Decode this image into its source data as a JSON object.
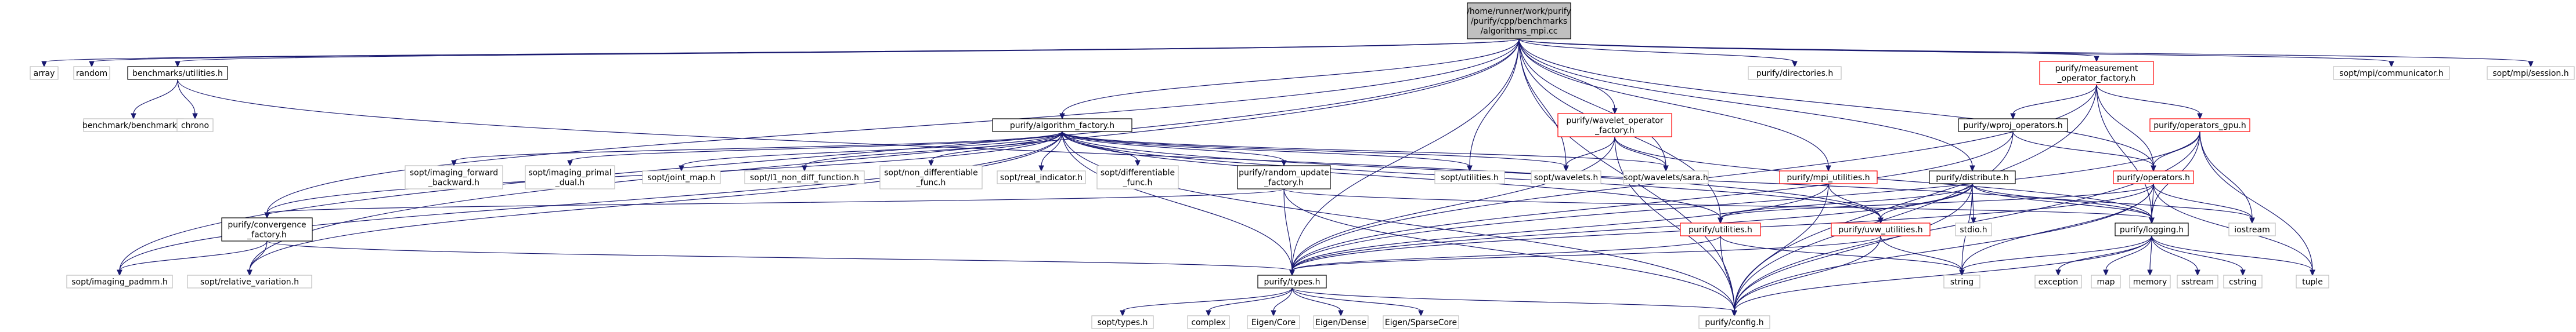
{
  "colors": {
    "edge": "#191970",
    "root_fill": "#bfbfbf",
    "root_border": "#000000",
    "red_border": "#ff0000",
    "black_border": "#000000",
    "gray_border": "#bfbfbf",
    "fill": "#ffffff"
  },
  "nodes": [
    {
      "id": "root",
      "style": "root",
      "lines": [
        "/home/runner/work/purify",
        "/purify/cpp/benchmarks",
        "/algorithms_mpi.cc"
      ]
    },
    {
      "id": "array",
      "style": "gray",
      "lines": [
        "array"
      ]
    },
    {
      "id": "random",
      "style": "gray",
      "lines": [
        "random"
      ]
    },
    {
      "id": "bench_util",
      "style": "black",
      "lines": [
        "benchmarks/utilities.h"
      ]
    },
    {
      "id": "alg_factory",
      "style": "black",
      "lines": [
        "purify/algorithm_factory.h"
      ]
    },
    {
      "id": "directories",
      "style": "gray",
      "lines": [
        "purify/directories.h"
      ]
    },
    {
      "id": "meas_factory",
      "style": "red",
      "lines": [
        "purify/measurement",
        "_operator_factory.h"
      ]
    },
    {
      "id": "sopt_comm",
      "style": "gray",
      "lines": [
        "sopt/mpi/communicator.h"
      ]
    },
    {
      "id": "sopt_session",
      "style": "gray",
      "lines": [
        "sopt/mpi/session.h"
      ]
    },
    {
      "id": "bench_bench",
      "style": "gray",
      "lines": [
        "benchmark/benchmark.h"
      ]
    },
    {
      "id": "chrono",
      "style": "gray",
      "lines": [
        "chrono"
      ]
    },
    {
      "id": "wavelet_factory",
      "style": "red",
      "lines": [
        "purify/wavelet_operator",
        "_factory.h"
      ]
    },
    {
      "id": "wproj",
      "style": "black",
      "lines": [
        "purify/wproj_operators.h"
      ]
    },
    {
      "id": "ops_gpu",
      "style": "red",
      "lines": [
        "purify/operators_gpu.h"
      ]
    },
    {
      "id": "sopt_fb",
      "style": "gray",
      "lines": [
        "sopt/imaging_forward",
        "_backward.h"
      ]
    },
    {
      "id": "sopt_pd",
      "style": "gray",
      "lines": [
        "sopt/imaging_primal",
        "_dual.h"
      ]
    },
    {
      "id": "sopt_joint",
      "style": "gray",
      "lines": [
        "sopt/joint_map.h"
      ]
    },
    {
      "id": "sopt_l1",
      "style": "gray",
      "lines": [
        "sopt/l1_non_diff_function.h"
      ]
    },
    {
      "id": "sopt_nondiff",
      "style": "gray",
      "lines": [
        "sopt/non_differentiable",
        "_func.h"
      ]
    },
    {
      "id": "sopt_real",
      "style": "gray",
      "lines": [
        "sopt/real_indicator.h"
      ]
    },
    {
      "id": "sopt_diff",
      "style": "gray",
      "lines": [
        "sopt/differentiable",
        "_func.h"
      ]
    },
    {
      "id": "rand_update",
      "style": "black",
      "lines": [
        "purify/random_update",
        "_factory.h"
      ]
    },
    {
      "id": "sopt_utilities",
      "style": "gray",
      "lines": [
        "sopt/utilities.h"
      ]
    },
    {
      "id": "sopt_wavelets",
      "style": "gray",
      "lines": [
        "sopt/wavelets.h"
      ]
    },
    {
      "id": "sopt_sara",
      "style": "gray",
      "lines": [
        "sopt/wavelets/sara.h"
      ]
    },
    {
      "id": "mpi_utilities",
      "style": "red",
      "lines": [
        "purify/mpi_utilities.h"
      ]
    },
    {
      "id": "distribute",
      "style": "black",
      "lines": [
        "purify/distribute.h"
      ]
    },
    {
      "id": "operators",
      "style": "red",
      "lines": [
        "purify/operators.h"
      ]
    },
    {
      "id": "convergence",
      "style": "black",
      "lines": [
        "purify/convergence",
        "_factory.h"
      ]
    },
    {
      "id": "utilities",
      "style": "red",
      "lines": [
        "purify/utilities.h"
      ]
    },
    {
      "id": "uvw_utilities",
      "style": "red",
      "lines": [
        "purify/uvw_utilities.h"
      ]
    },
    {
      "id": "stdio",
      "style": "gray",
      "lines": [
        "stdio.h"
      ]
    },
    {
      "id": "logging",
      "style": "black",
      "lines": [
        "purify/logging.h"
      ]
    },
    {
      "id": "iostream",
      "style": "gray",
      "lines": [
        "iostream"
      ]
    },
    {
      "id": "padmm",
      "style": "gray",
      "lines": [
        "sopt/imaging_padmm.h"
      ]
    },
    {
      "id": "rel_var",
      "style": "gray",
      "lines": [
        "sopt/relative_variation.h"
      ]
    },
    {
      "id": "types",
      "style": "black",
      "lines": [
        "purify/types.h"
      ]
    },
    {
      "id": "string",
      "style": "gray",
      "lines": [
        "string"
      ]
    },
    {
      "id": "exception",
      "style": "gray",
      "lines": [
        "exception"
      ]
    },
    {
      "id": "map",
      "style": "gray",
      "lines": [
        "map"
      ]
    },
    {
      "id": "memory",
      "style": "gray",
      "lines": [
        "memory"
      ]
    },
    {
      "id": "sstream",
      "style": "gray",
      "lines": [
        "sstream"
      ]
    },
    {
      "id": "cstring",
      "style": "gray",
      "lines": [
        "cstring"
      ]
    },
    {
      "id": "tuple",
      "style": "gray",
      "lines": [
        "tuple"
      ]
    },
    {
      "id": "sopt_types",
      "style": "gray",
      "lines": [
        "sopt/types.h"
      ]
    },
    {
      "id": "complex",
      "style": "gray",
      "lines": [
        "complex"
      ]
    },
    {
      "id": "eigen_core",
      "style": "gray",
      "lines": [
        "Eigen/Core"
      ]
    },
    {
      "id": "eigen_dense",
      "style": "gray",
      "lines": [
        "Eigen/Dense"
      ]
    },
    {
      "id": "eigen_sparse",
      "style": "gray",
      "lines": [
        "Eigen/SparseCore"
      ]
    },
    {
      "id": "config",
      "style": "gray",
      "lines": [
        "purify/config.h"
      ]
    }
  ],
  "edges": [
    [
      "root",
      "array"
    ],
    [
      "root",
      "random"
    ],
    [
      "root",
      "bench_util"
    ],
    [
      "root",
      "alg_factory"
    ],
    [
      "root",
      "directories"
    ],
    [
      "root",
      "meas_factory"
    ],
    [
      "root",
      "sopt_comm"
    ],
    [
      "root",
      "sopt_session"
    ],
    [
      "root",
      "wavelet_factory"
    ],
    [
      "root",
      "mpi_utilities"
    ],
    [
      "root",
      "distribute"
    ],
    [
      "root",
      "operators"
    ],
    [
      "root",
      "convergence"
    ],
    [
      "root",
      "utilities"
    ],
    [
      "root",
      "padmm"
    ],
    [
      "root",
      "rel_var"
    ],
    [
      "root",
      "types"
    ],
    [
      "root",
      "sopt_utilities"
    ],
    [
      "root",
      "sopt_wavelets"
    ],
    [
      "root",
      "sopt_sara"
    ],
    [
      "root",
      "config"
    ],
    [
      "bench_util",
      "bench_bench"
    ],
    [
      "bench_util",
      "chrono"
    ],
    [
      "bench_util",
      "uvw_utilities"
    ],
    [
      "alg_factory",
      "sopt_fb"
    ],
    [
      "alg_factory",
      "sopt_pd"
    ],
    [
      "alg_factory",
      "sopt_joint"
    ],
    [
      "alg_factory",
      "sopt_l1"
    ],
    [
      "alg_factory",
      "sopt_nondiff"
    ],
    [
      "alg_factory",
      "sopt_real"
    ],
    [
      "alg_factory",
      "sopt_diff"
    ],
    [
      "alg_factory",
      "rand_update"
    ],
    [
      "alg_factory",
      "sopt_utilities"
    ],
    [
      "alg_factory",
      "sopt_wavelets"
    ],
    [
      "alg_factory",
      "sopt_sara"
    ],
    [
      "alg_factory",
      "convergence"
    ],
    [
      "alg_factory",
      "utilities"
    ],
    [
      "alg_factory",
      "uvw_utilities"
    ],
    [
      "alg_factory",
      "logging"
    ],
    [
      "alg_factory",
      "padmm"
    ],
    [
      "alg_factory",
      "rel_var"
    ],
    [
      "alg_factory",
      "types"
    ],
    [
      "alg_factory",
      "config"
    ],
    [
      "meas_factory",
      "wproj"
    ],
    [
      "meas_factory",
      "ops_gpu"
    ],
    [
      "meas_factory",
      "operators"
    ],
    [
      "meas_factory",
      "logging"
    ],
    [
      "meas_factory",
      "types"
    ],
    [
      "meas_factory",
      "config"
    ],
    [
      "wavelet_factory",
      "sopt_wavelets"
    ],
    [
      "wavelet_factory",
      "sopt_sara"
    ],
    [
      "wavelet_factory",
      "logging"
    ],
    [
      "wavelet_factory",
      "types"
    ],
    [
      "wavelet_factory",
      "config"
    ],
    [
      "wproj",
      "operators"
    ],
    [
      "wproj",
      "types"
    ],
    [
      "wproj",
      "config"
    ],
    [
      "ops_gpu",
      "operators"
    ],
    [
      "ops_gpu",
      "logging"
    ],
    [
      "ops_gpu",
      "iostream"
    ],
    [
      "ops_gpu",
      "tuple"
    ],
    [
      "ops_gpu",
      "config"
    ],
    [
      "ops_gpu",
      "types"
    ],
    [
      "rand_update",
      "convergence"
    ],
    [
      "rand_update",
      "logging"
    ],
    [
      "rand_update",
      "types"
    ],
    [
      "rand_update",
      "config"
    ],
    [
      "mpi_utilities",
      "uvw_utilities"
    ],
    [
      "mpi_utilities",
      "types"
    ],
    [
      "mpi_utilities",
      "config"
    ],
    [
      "distribute",
      "utilities"
    ],
    [
      "distribute",
      "uvw_utilities"
    ],
    [
      "distribute",
      "stdio"
    ],
    [
      "distribute",
      "logging"
    ],
    [
      "distribute",
      "iostream"
    ],
    [
      "distribute",
      "string"
    ],
    [
      "distribute",
      "types"
    ],
    [
      "distribute",
      "config"
    ],
    [
      "operators",
      "utilities"
    ],
    [
      "operators",
      "logging"
    ],
    [
      "operators",
      "iostream"
    ],
    [
      "operators",
      "string"
    ],
    [
      "operators",
      "tuple"
    ],
    [
      "operators",
      "types"
    ],
    [
      "operators",
      "config"
    ],
    [
      "convergence",
      "padmm"
    ],
    [
      "convergence",
      "rel_var"
    ],
    [
      "convergence",
      "types"
    ],
    [
      "utilities",
      "types"
    ],
    [
      "utilities",
      "string"
    ],
    [
      "utilities",
      "config"
    ],
    [
      "uvw_utilities",
      "string"
    ],
    [
      "uvw_utilities",
      "types"
    ],
    [
      "uvw_utilities",
      "config"
    ],
    [
      "logging",
      "exception"
    ],
    [
      "logging",
      "map"
    ],
    [
      "logging",
      "memory"
    ],
    [
      "logging",
      "sstream"
    ],
    [
      "logging",
      "cstring"
    ],
    [
      "logging",
      "tuple"
    ],
    [
      "logging",
      "string"
    ],
    [
      "logging",
      "config"
    ],
    [
      "types",
      "sopt_types"
    ],
    [
      "types",
      "complex"
    ],
    [
      "types",
      "eigen_core"
    ],
    [
      "types",
      "eigen_dense"
    ],
    [
      "types",
      "eigen_sparse"
    ],
    [
      "types",
      "config"
    ]
  ]
}
